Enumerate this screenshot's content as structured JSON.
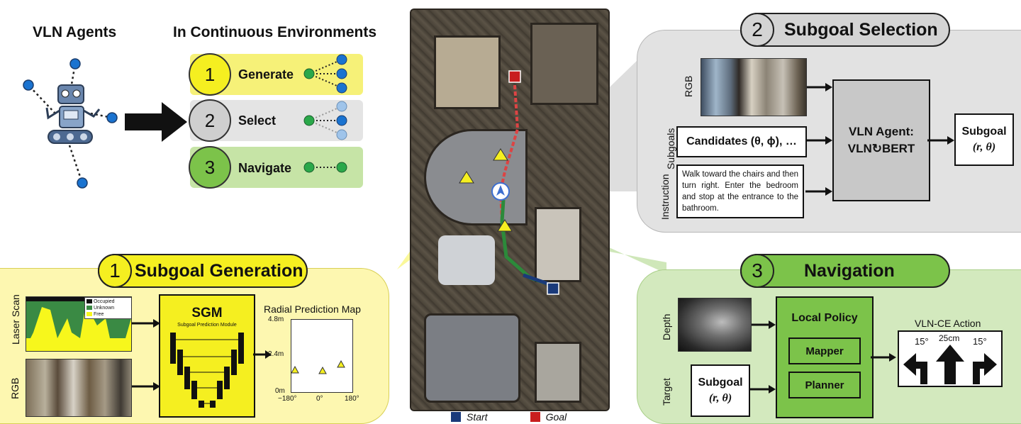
{
  "header": {
    "left_title": "VLN Agents",
    "right_title": "In Continuous Environments"
  },
  "steps": [
    {
      "number": "1",
      "label": "Generate",
      "color": "#f5ef20"
    },
    {
      "number": "2",
      "label": "Select",
      "color": "#cfcfcf"
    },
    {
      "number": "3",
      "label": "Navigate",
      "color": "#7cc34a"
    }
  ],
  "subgoal_generation": {
    "number": "1",
    "title": "Subgoal Generation",
    "input_labels": {
      "laser": "Laser Scan",
      "rgb": "RGB"
    },
    "scan_legend": [
      "Occupied",
      "Unknown",
      "Free"
    ],
    "sgm": {
      "title": "SGM",
      "subtitle": "Subgoal Prediction Module"
    },
    "radial_map": {
      "title": "Radial Prediction Map",
      "y_ticks": [
        "4.8m",
        "2.4m",
        "0m"
      ],
      "x_ticks": [
        "−180°",
        "0°",
        "180°"
      ]
    }
  },
  "subgoal_selection": {
    "number": "2",
    "title": "Subgoal Selection",
    "input_labels": {
      "rgb": "RGB",
      "subgoals": "Subgoals",
      "instruction": "Instruction"
    },
    "candidates_text": "Candidates (θ, ϕ), …",
    "instruction_text": "Walk toward the chairs and then turn right. Enter the bedroom and stop at the entrance to the bathroom.",
    "agent_line1": "VLN Agent:",
    "agent_line2": "VLN↻BERT",
    "output_line1": "Subgoal",
    "output_line2": "(r, θ)"
  },
  "navigation": {
    "number": "3",
    "title": "Navigation",
    "input_labels": {
      "depth": "Depth",
      "target": "Target"
    },
    "target_line1": "Subgoal",
    "target_line2": "(r, θ)",
    "policy_title": "Local Policy",
    "mapper": "Mapper",
    "planner": "Planner",
    "action_title": "VLN-CE Action",
    "action_labels": [
      "15°",
      "25cm",
      "15°"
    ]
  },
  "map_legend": {
    "start": "Start",
    "goal": "Goal",
    "start_color": "#1a3a7a",
    "goal_color": "#c81e1e"
  },
  "icons": [
    "robot-icon",
    "right-arrow-icon",
    "rotate-icon"
  ]
}
